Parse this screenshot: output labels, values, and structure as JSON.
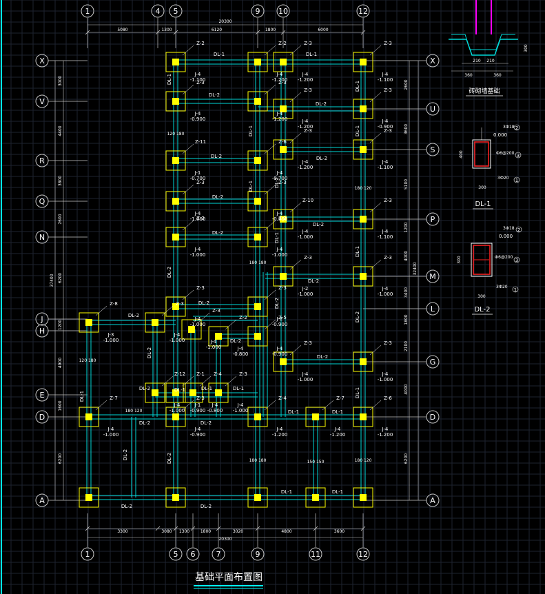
{
  "title": "基础平面布置图",
  "axes_top": [
    "1",
    "4",
    "5",
    "9",
    "10",
    "12"
  ],
  "axes_bottom": [
    "1",
    "5",
    "6",
    "7",
    "9",
    "11",
    "12"
  ],
  "axes_left": [
    "X",
    "V",
    "R",
    "Q",
    "N",
    "J",
    "H",
    "E",
    "D",
    "A"
  ],
  "axes_right": [
    "X",
    "U",
    "S",
    "P",
    "M",
    "L",
    "G",
    "D",
    "A"
  ],
  "dims_top": [
    "5080",
    "1300",
    "6120",
    "1800",
    "6000"
  ],
  "dims_top_total": "20300",
  "dims_bottom": [
    "3300",
    "3080",
    "1300",
    "1800",
    "3020",
    "4800",
    "3600"
  ],
  "dims_bottom_total": "20300",
  "dims_left": [
    "3000",
    "4400",
    "3800",
    "2600",
    "6200",
    "1200",
    "4900",
    "1600",
    "6200"
  ],
  "dims_left_total": "37400",
  "dims_right": [
    "2600",
    "3600",
    "5100",
    "1200",
    "4000",
    "3400",
    "1800",
    "2100",
    "4000",
    "6200"
  ],
  "dims_right_total": "32400",
  "footings": [
    {
      "id": "Z-2",
      "j": "J-4",
      "elev": "-1.100"
    },
    {
      "id": "Z-2",
      "j": "J-4",
      "elev": "-1.200"
    },
    {
      "id": "Z-3",
      "j": "J-4",
      "elev": "-1.200"
    },
    {
      "id": "Z-3",
      "j": "J-4",
      "elev": "-1.100"
    },
    {
      "id": "Z-3",
      "j": "J-4",
      "elev": "-0.900"
    },
    {
      "id": "Z-3",
      "j": "J-4",
      "elev": "-1.200"
    },
    {
      "id": "Z-3",
      "j": "J-4",
      "elev": "-1.200"
    },
    {
      "id": "Z-3",
      "j": "J-4",
      "elev": "-0.900"
    },
    {
      "id": "Z-3",
      "j": "J-4",
      "elev": "-1.200"
    },
    {
      "id": "Z-3",
      "j": "J-4",
      "elev": "-1.100"
    },
    {
      "id": "Z-11",
      "j": "J-1",
      "elev": "-0.700"
    },
    {
      "id": "Z-6",
      "j": "J-4",
      "elev": "-0.700"
    },
    {
      "id": "Z-3",
      "j": "J-4",
      "elev": "-1.000"
    },
    {
      "id": "Z-3",
      "j": "J-4",
      "elev": "-0.900"
    },
    {
      "id": "Z-10",
      "j": "J-4",
      "elev": "-1.000"
    },
    {
      "id": "Z-3",
      "j": "J-4",
      "elev": "-1.100"
    },
    {
      "id": "Z-3",
      "j": "J-4",
      "elev": "-1.000"
    },
    {
      "id": "Z-3",
      "j": "J-4",
      "elev": "-1.000"
    },
    {
      "id": "Z-3",
      "j": "J-2",
      "elev": "-1.000"
    },
    {
      "id": "Z-3",
      "j": "J-4",
      "elev": "-1.000"
    },
    {
      "id": "Z-3",
      "j": "J-4",
      "elev": "-1.000"
    },
    {
      "id": "Z-3",
      "j": "J-2",
      "elev": "-0.900"
    },
    {
      "id": "Z-8",
      "j": "J-3",
      "elev": "-1.000"
    },
    {
      "id": "Z-3",
      "j": "J-4",
      "elev": "-1.000"
    },
    {
      "id": "Z-3",
      "j": "J-4",
      "elev": "-1.000"
    },
    {
      "id": "Z-2",
      "j": "J-4",
      "elev": "-0.800"
    },
    {
      "id": "Z-5",
      "j": "J-4",
      "elev": "-0.900"
    },
    {
      "id": "Z-3",
      "j": "J-4",
      "elev": "-1.000"
    },
    {
      "id": "Z-3",
      "j": "J-4",
      "elev": "-1.000"
    },
    {
      "id": "Z-12",
      "j": "J-4",
      "elev": "-1.000"
    },
    {
      "id": "Z-1",
      "j": "J-1",
      "elev": "-0.900"
    },
    {
      "id": "Z-4",
      "j": "J-4",
      "elev": "-0.800"
    },
    {
      "id": "Z-3",
      "j": "J-4",
      "elev": "-1.000"
    },
    {
      "id": "Z-7",
      "j": "J-4",
      "elev": "-1.000"
    },
    {
      "id": "Z-3",
      "j": "J-4",
      "elev": "-0.900"
    },
    {
      "id": "Z-4",
      "j": "J-4",
      "elev": "-1.200"
    },
    {
      "id": "Z-7",
      "j": "J-4",
      "elev": "-1.200"
    },
    {
      "id": "Z-6",
      "j": "J-4",
      "elev": "-1.200"
    }
  ],
  "beam_labels": [
    "DL-1",
    "DL-2"
  ],
  "beam_section_labels": [
    "180",
    "120",
    "150"
  ],
  "detail_top_label": "砖砌墙基础",
  "detail_top_dims": [
    "210",
    "210",
    "360",
    "360",
    "300"
  ],
  "dl1_label": "DL-1",
  "dl1_notes": [
    "3Ф18",
    "0.000",
    "Ф6@200",
    "3Ф20",
    "400",
    "300"
  ],
  "dl1_markers": [
    "2",
    "3",
    "1"
  ],
  "dl2_label": "DL-2",
  "dl2_notes": [
    "3Ф18",
    "0.000",
    "Ф6@200",
    "3Ф20",
    "300",
    "300"
  ],
  "dl2_markers": [
    "2",
    "3",
    "1"
  ],
  "colors": {
    "grid": "#1e2330",
    "axis_line": "#c8c8c8",
    "beam": "#00d9d9",
    "footing": "#ffff00",
    "column": "#ffff00",
    "text": "#ffffff",
    "title_underline": "#00ffff",
    "rebar": "#ff2020",
    "magenta": "#ff00ff"
  }
}
